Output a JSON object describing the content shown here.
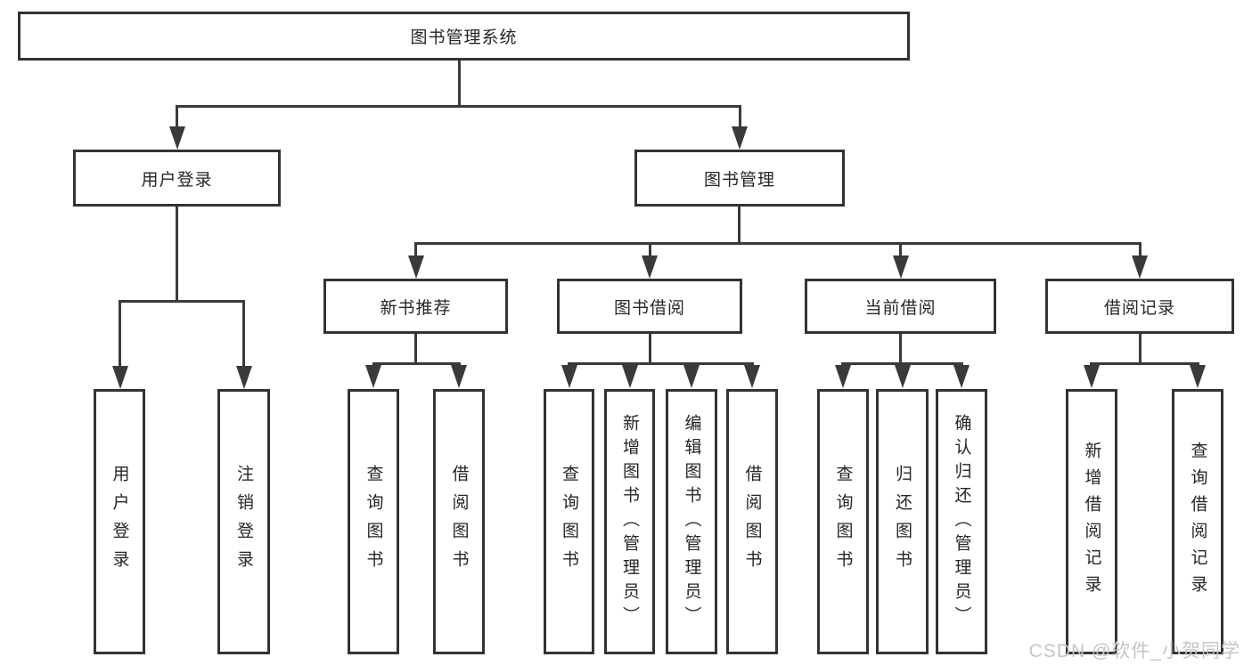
{
  "colors": {
    "line": "#3a3a3a",
    "border": "#333333",
    "text": "#262626",
    "background": "#ffffff",
    "watermark": "#c5c5c5"
  },
  "watermark": {
    "text": "CSDN @软件_小贺同学"
  },
  "tree": {
    "label": "图书管理系统",
    "children": [
      {
        "label": "用户登录",
        "children": [
          {
            "label": "用户登录"
          },
          {
            "label": "注销登录"
          }
        ]
      },
      {
        "label": "图书管理",
        "children": [
          {
            "label": "新书推荐",
            "children": [
              {
                "label": "查询图书"
              },
              {
                "label": "借阅图书"
              }
            ]
          },
          {
            "label": "图书借阅",
            "children": [
              {
                "label": "查询图书"
              },
              {
                "label": "新增图书（管理员）"
              },
              {
                "label": "编辑图书（管理员）"
              },
              {
                "label": "借阅图书"
              }
            ]
          },
          {
            "label": "当前借阅",
            "children": [
              {
                "label": "查询图书"
              },
              {
                "label": "归还图书"
              },
              {
                "label": "确认归还（管理员）"
              }
            ]
          },
          {
            "label": "借阅记录",
            "children": [
              {
                "label": "新增借阅记录"
              },
              {
                "label": "查询借阅记录"
              }
            ]
          }
        ]
      }
    ]
  }
}
